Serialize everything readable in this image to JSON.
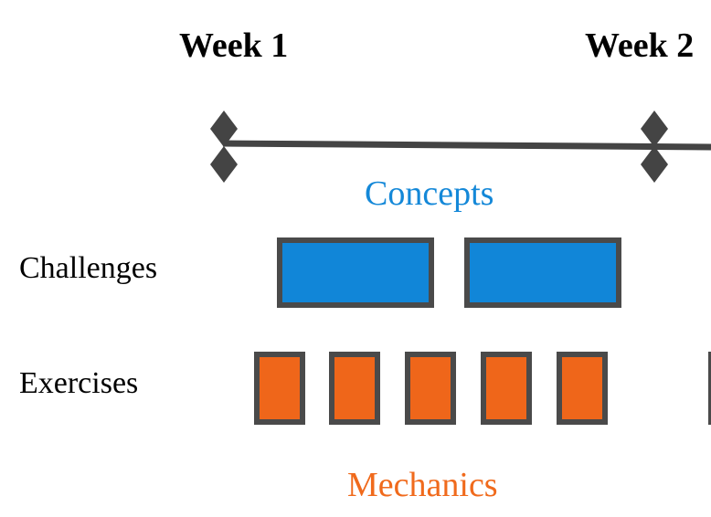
{
  "timeline": {
    "weeks": [
      "Week 1",
      "Week 2"
    ]
  },
  "sections": {
    "concepts": "Concepts",
    "mechanics": "Mechanics"
  },
  "rows": {
    "challenges": "Challenges",
    "exercises": "Exercises"
  },
  "colors": {
    "concepts": "#1488d8",
    "mechanics": "#f06a1c",
    "outline": "#4a4a4a",
    "timeline": "#444444"
  }
}
